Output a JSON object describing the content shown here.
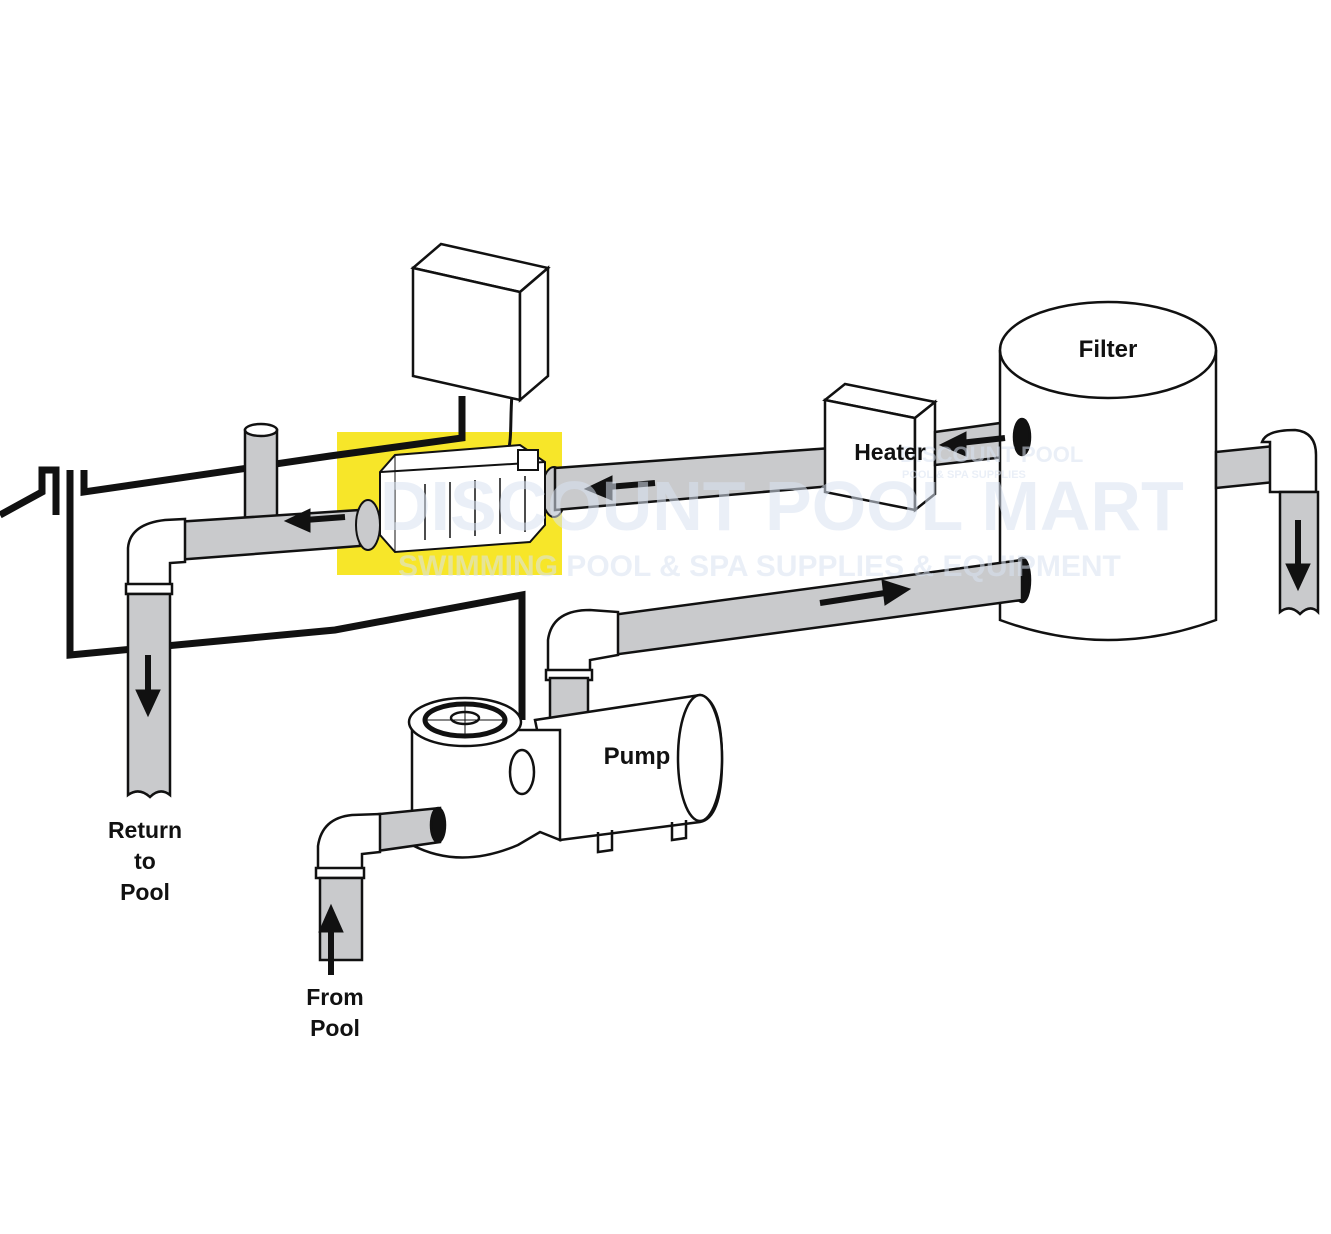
{
  "labels": {
    "filter": "Filter",
    "heater": "Heater",
    "pump": "Pump",
    "return_line1": "Return",
    "return_line2": "to",
    "return_line3": "Pool",
    "from_line1": "From",
    "from_line2": "Pool"
  },
  "watermark": {
    "brand": "DISCOUNT POOL MART",
    "tagline": "SWIMMING POOL & SPA SUPPLIES & EQUIPMENT",
    "small_brand": "DISCOUNT POOL",
    "small_tagline": "POOL & SPA SUPPLIES"
  },
  "colors": {
    "pipe": "#c9cacc",
    "highlight": "#f7e629",
    "stroke": "#111111",
    "watermark": "#d9e3f2"
  }
}
